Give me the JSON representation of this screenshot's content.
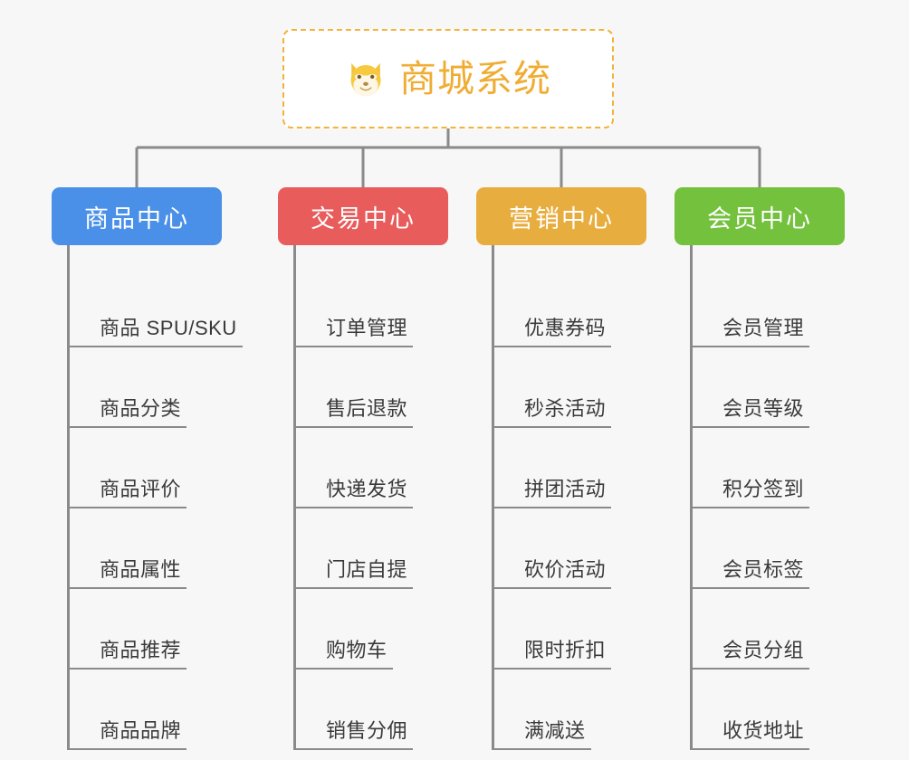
{
  "diagram": {
    "type": "org-chart",
    "background_color": "#f7f7f7",
    "connector_color": "#8a8a8a"
  },
  "root": {
    "title": "商城系统",
    "icon": "shiba-dog-face-icon",
    "text_color": "#f0ad34",
    "border_color": "#f2b33d",
    "background_color": "#ffffff"
  },
  "categories": [
    {
      "label": "商品中心",
      "color": "#4a90e8",
      "items": [
        {
          "label": "商品 SPU/SKU"
        },
        {
          "label": "商品分类"
        },
        {
          "label": "商品评价"
        },
        {
          "label": "商品属性"
        },
        {
          "label": "商品推荐"
        },
        {
          "label": "商品品牌"
        }
      ]
    },
    {
      "label": "交易中心",
      "color": "#e85c5c",
      "items": [
        {
          "label": "订单管理"
        },
        {
          "label": "售后退款"
        },
        {
          "label": "快递发货"
        },
        {
          "label": "门店自提"
        },
        {
          "label": "购物车"
        },
        {
          "label": "销售分佣"
        }
      ]
    },
    {
      "label": "营销中心",
      "color": "#e8ad3f",
      "items": [
        {
          "label": "优惠券码"
        },
        {
          "label": "秒杀活动"
        },
        {
          "label": "拼团活动"
        },
        {
          "label": "砍价活动"
        },
        {
          "label": "限时折扣"
        },
        {
          "label": "满减送"
        }
      ]
    },
    {
      "label": "会员中心",
      "color": "#73c13d",
      "items": [
        {
          "label": "会员管理"
        },
        {
          "label": "会员等级"
        },
        {
          "label": "积分签到"
        },
        {
          "label": "会员标签"
        },
        {
          "label": "会员分组"
        },
        {
          "label": "收货地址"
        }
      ]
    }
  ]
}
